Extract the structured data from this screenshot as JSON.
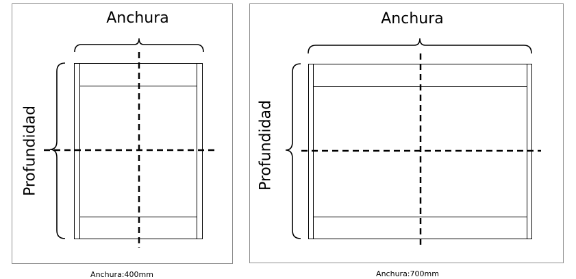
{
  "diagrams": [
    {
      "width_label": "Anchura",
      "depth_label": "Profundidad",
      "caption": "Anchura:400mm"
    },
    {
      "width_label": "Anchura",
      "depth_label": "Profundidad",
      "caption": "Anchura:700mm"
    }
  ],
  "colors": {
    "frame": "#8c8c8c",
    "line": "#000000"
  }
}
